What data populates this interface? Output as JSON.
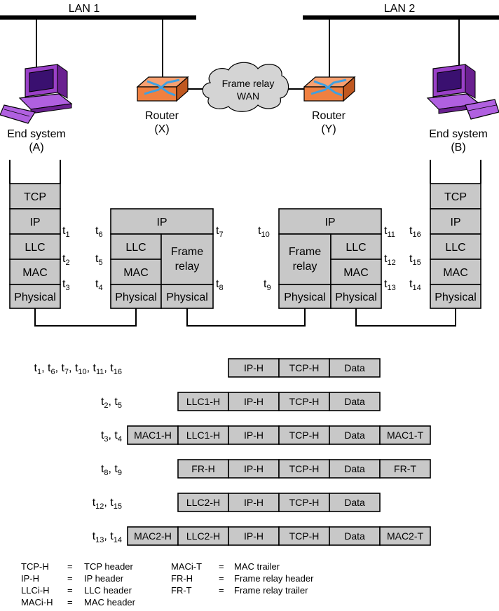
{
  "lans": [
    "LAN 1",
    "LAN 2"
  ],
  "wan": [
    "Frame relay",
    "WAN"
  ],
  "nodes": {
    "end_a": [
      "End system",
      "(A)"
    ],
    "router_x": [
      "Router",
      "(X)"
    ],
    "router_y": [
      "Router",
      "(Y)"
    ],
    "end_b": [
      "End system",
      "(B)"
    ]
  },
  "stack": {
    "tcp": "TCP",
    "ip": "IP",
    "llc": "LLC",
    "mac": "MAC",
    "physical": "Physical",
    "frame_relay": [
      "Frame",
      "relay"
    ]
  },
  "time_points": {
    "a": [
      "1",
      "2",
      "3"
    ],
    "x_left": [
      "6",
      "5",
      "4"
    ],
    "x_right": [
      "7",
      "8"
    ],
    "y_left": [
      "10",
      "9"
    ],
    "y_right": [
      "11",
      "12",
      "13"
    ],
    "b": [
      "16",
      "15",
      "14"
    ]
  },
  "frames": [
    {
      "times": [
        "1",
        "6",
        "7",
        "10",
        "11",
        "16"
      ],
      "fields": [
        "IP-H",
        "TCP-H",
        "Data"
      ]
    },
    {
      "times": [
        "2",
        "5"
      ],
      "fields": [
        "LLC1-H",
        "IP-H",
        "TCP-H",
        "Data"
      ]
    },
    {
      "times": [
        "3",
        "4"
      ],
      "fields": [
        "MAC1-H",
        "LLC1-H",
        "IP-H",
        "TCP-H",
        "Data",
        "MAC1-T"
      ]
    },
    {
      "times": [
        "8",
        "9"
      ],
      "fields": [
        "FR-H",
        "IP-H",
        "TCP-H",
        "Data",
        "FR-T"
      ]
    },
    {
      "times": [
        "12",
        "15"
      ],
      "fields": [
        "LLC2-H",
        "IP-H",
        "TCP-H",
        "Data"
      ]
    },
    {
      "times": [
        "13",
        "14"
      ],
      "fields": [
        "MAC2-H",
        "LLC2-H",
        "IP-H",
        "TCP-H",
        "Data",
        "MAC2-T"
      ]
    }
  ],
  "legend": [
    [
      "TCP-H",
      "=",
      "TCP header"
    ],
    [
      "IP-H",
      "=",
      "IP header"
    ],
    [
      "LLCi-H",
      "=",
      "LLC header"
    ],
    [
      "MACi-H",
      "=",
      "MAC header"
    ],
    [
      "MACi-T",
      "=",
      "MAC trailer"
    ],
    [
      "FR-H",
      "=",
      "Frame relay header"
    ],
    [
      "FR-T",
      "=",
      "Frame relay trailer"
    ]
  ],
  "colors": {
    "layer_fill": "#c8c8c8",
    "router_fill": "#f08040",
    "router_arrows": "#40a0e0",
    "computer_fill": "#9a40c8",
    "cloud_fill": "#d4d4d4"
  }
}
